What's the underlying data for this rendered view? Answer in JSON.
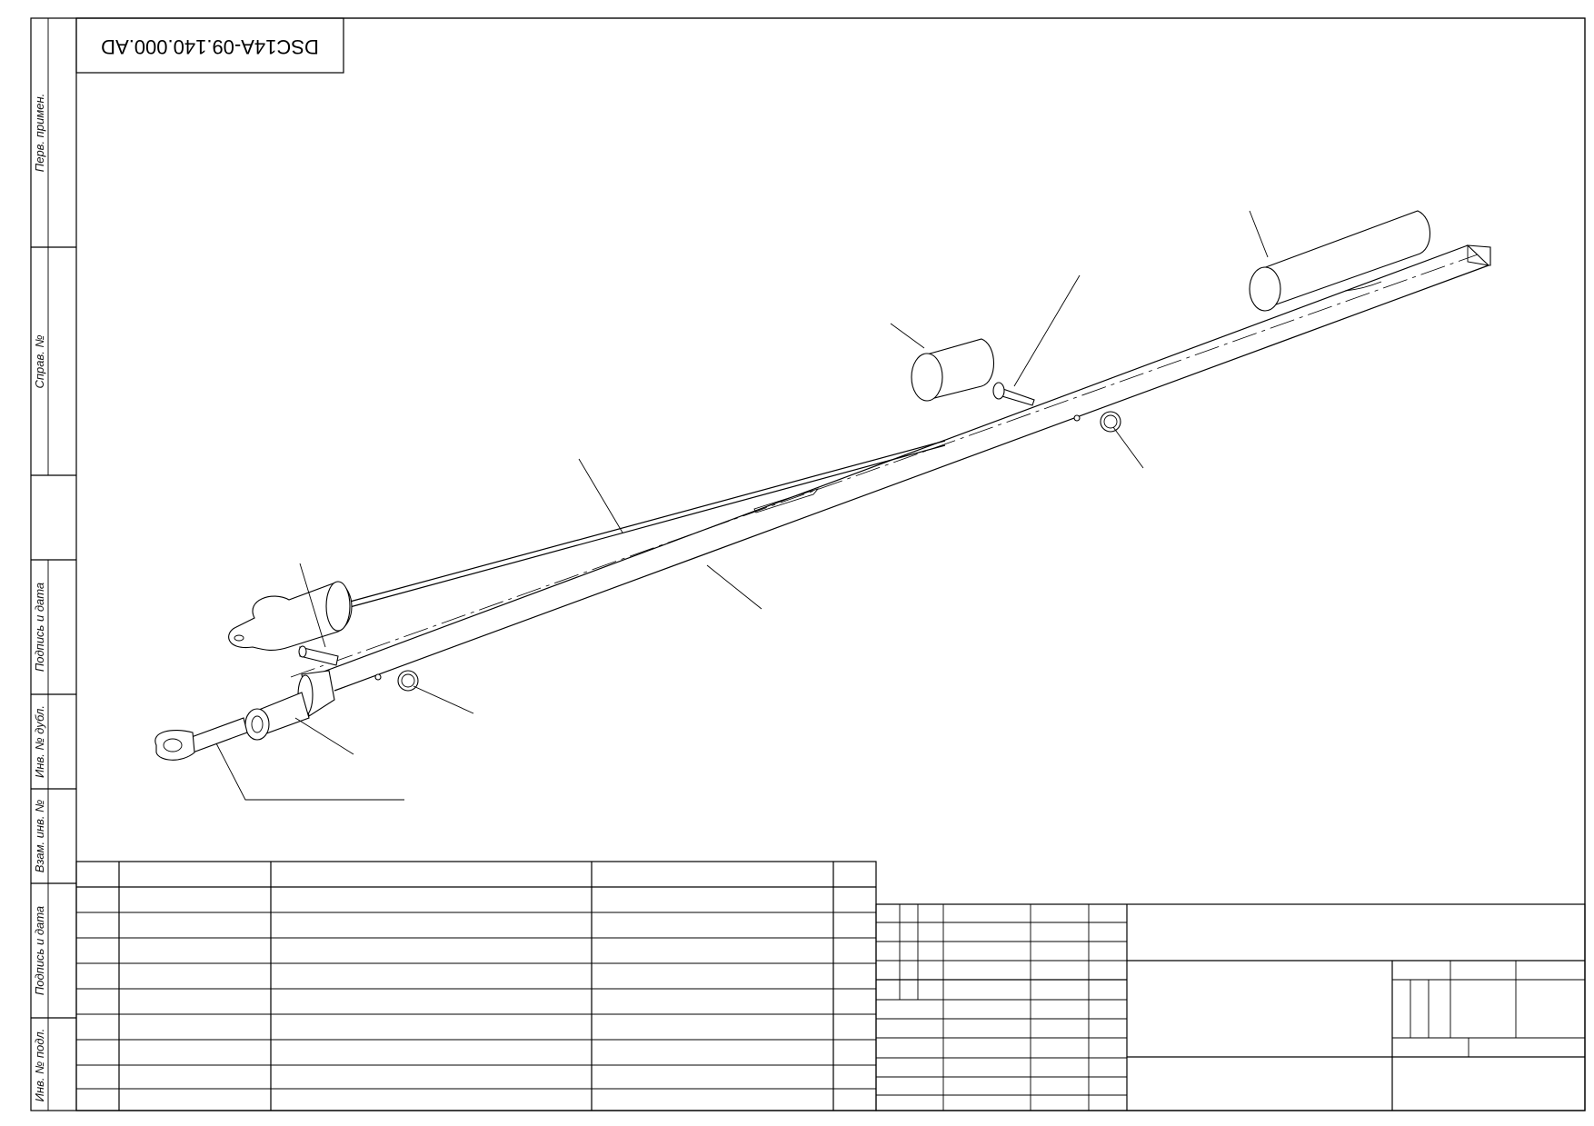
{
  "stamp": {
    "code": "DSC14A-09.140.000.AD"
  },
  "side_column": {
    "labels": [
      "Перв. примен.",
      "Справ. №",
      "Подпись и дата",
      "Инв. № дубл.",
      "Взам. инв. №",
      "Подпись и дата",
      "Инв. № подл."
    ]
  }
}
